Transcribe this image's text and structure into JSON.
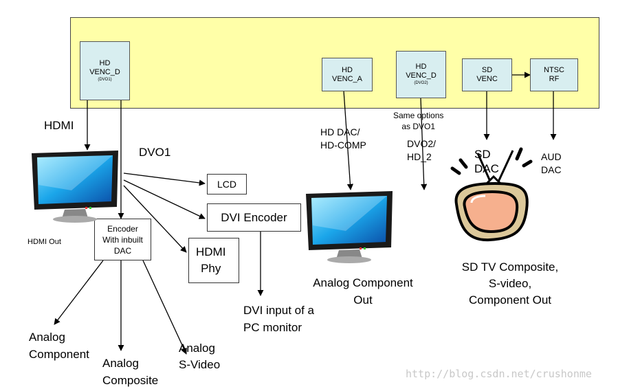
{
  "blocks": {
    "hd_venc_d1": {
      "line1": "HD",
      "line2": "VENC_D",
      "sub": "(DVO1)"
    },
    "hd_venc_a": {
      "line1": "HD",
      "line2": "VENC_A"
    },
    "hd_venc_d2": {
      "line1": "HD",
      "line2": "VENC_D",
      "sub": "(DVO2)"
    },
    "sd_venc": {
      "line1": "SD",
      "line2": "VENC"
    },
    "ntsc_rf": {
      "line1": "NTSC",
      "line2": "RF"
    }
  },
  "boxes": {
    "encoder": "Encoder\nWith inbuilt\nDAC",
    "lcd": "LCD",
    "dvi_encoder": "DVI Encoder",
    "hdmi_phy": "HDMI\nPhy"
  },
  "labels": {
    "hdmi": "HDMI",
    "dvo1": "DVO1",
    "hdmi_out": "HDMI Out",
    "hd_dac": "HD DAC/\nHD-COMP",
    "same_options": "Same options\nas DVO1",
    "dvo2": "DVO2/\nHD_2",
    "sd_dac": "SD\nDAC",
    "aud_dac": "AUD\nDAC",
    "analog_component": "Analog\nComponent",
    "analog_composite": "Analog\nComposite",
    "analog_svideo": "Analog\nS-Video",
    "dvi_input": "DVI input of a\nPC monitor",
    "analog_component_out": "Analog Component\nOut",
    "sd_tv": "SD TV Composite,\nS-video,\nComponent Out"
  },
  "watermark": "http://blog.csdn.net/crushonme"
}
